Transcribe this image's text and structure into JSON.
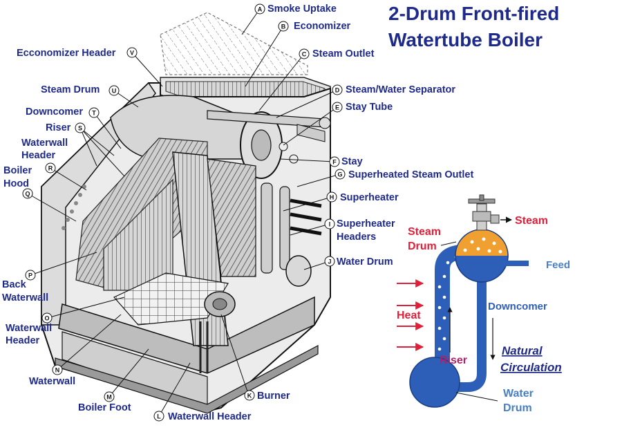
{
  "title": {
    "line1": "2-Drum Front-fired",
    "line2": "Watertube Boiler"
  },
  "colors": {
    "label_text": "#1e2a8a",
    "water_blue": "#2e5fb8",
    "steam_orange": "#f0a030",
    "heat_red": "#e0203a",
    "riser_magenta": "#b0206a"
  },
  "callouts": [
    {
      "letter": "A",
      "label": "Smoke Uptake"
    },
    {
      "letter": "B",
      "label": "Economizer"
    },
    {
      "letter": "C",
      "label": "Steam Outlet"
    },
    {
      "letter": "D",
      "label": "Steam/Water Separator"
    },
    {
      "letter": "E",
      "label": "Stay Tube"
    },
    {
      "letter": "F",
      "label": "Stay"
    },
    {
      "letter": "G",
      "label": "Superheated Steam Outlet"
    },
    {
      "letter": "H",
      "label": "Superheater"
    },
    {
      "letter": "I",
      "label": "Superheater",
      "label2": "Headers"
    },
    {
      "letter": "J",
      "label": "Water Drum"
    },
    {
      "letter": "K",
      "label": "Burner"
    },
    {
      "letter": "L",
      "label": "Waterwall Header"
    },
    {
      "letter": "M",
      "label": "Boiler Foot"
    },
    {
      "letter": "N",
      "label": "Waterwall"
    },
    {
      "letter": "O",
      "label": "Waterwall",
      "label2": "Header"
    },
    {
      "letter": "P",
      "label": "Back",
      "label2": "Waterwall"
    },
    {
      "letter": "Q",
      "label": "Boiler",
      "label2": "Hood"
    },
    {
      "letter": "R",
      "label": "Waterwall",
      "label2": "Header"
    },
    {
      "letter": "S",
      "label": "Riser"
    },
    {
      "letter": "T",
      "label": "Downcomer"
    },
    {
      "letter": "U",
      "label": "Steam Drum"
    },
    {
      "letter": "V",
      "label": "Ecconomizer Header"
    }
  ],
  "circulation": {
    "steam": "Steam",
    "feed": "Feed",
    "steam_drum_1": "Steam",
    "steam_drum_2": "Drum",
    "heat": "Heat",
    "riser": "Riser",
    "downcomer": "Downcomer",
    "natural_1": "Natural",
    "natural_2": "Circulation",
    "water_drum_1": "Water",
    "water_drum_2": "Drum"
  }
}
